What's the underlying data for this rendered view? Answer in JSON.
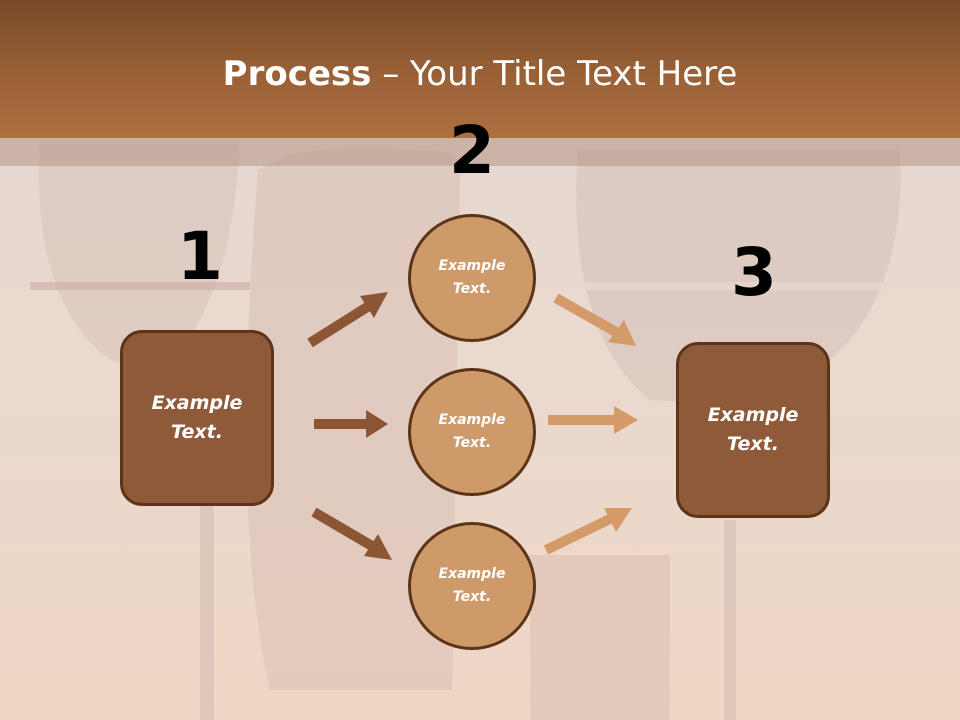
{
  "title": {
    "bold": "Process",
    "dash": " – ",
    "rest": "Your Title Text Here"
  },
  "steps": [
    {
      "number": "1",
      "text": "Example Text."
    },
    {
      "number": "2",
      "text": "Example Text."
    },
    {
      "number": "3",
      "text": "Example Text."
    }
  ],
  "circles": [
    {
      "text": "Example Text."
    },
    {
      "text": "Example Text."
    },
    {
      "text": "Example Text."
    }
  ],
  "colors": {
    "header": "#9a6136",
    "box_fill": "#8e5a39",
    "circle_fill": "#cf9a6a",
    "outline": "#5c3519",
    "arrow_dark": "#8c5533",
    "arrow_light": "#d49a6a"
  }
}
